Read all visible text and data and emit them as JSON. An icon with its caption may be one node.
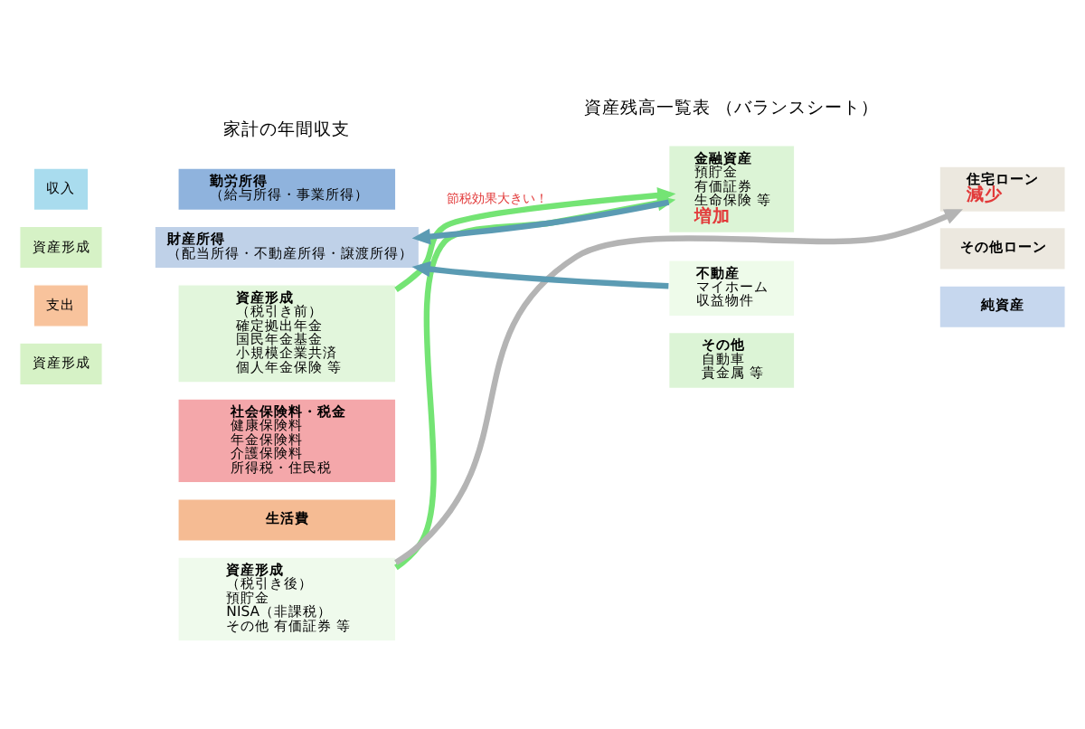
{
  "diagram": {
    "nodes": [
      {
        "text": [
          "収入"
        ]
      },
      {
        "text": [
          "勤労所得",
          "（給与所得・事業所得）"
        ]
      },
      {
        "text": [
          "財産所得",
          "（配当所得・不動産所得・譲渡所得）"
        ]
      },
      {
        "text": [
          "資産形成"
        ]
      },
      {
        "text": [
          "資産形成",
          "（税引き前）",
          "確定拠出年金",
          "国民年金基金",
          "小規模企業共済",
          "個人年金保険 等"
        ]
      },
      {
        "text": [
          "支出"
        ]
      },
      {
        "text": [
          "社会保険料・税金",
          "健康保険料",
          "年金保険料",
          "介護保険料",
          "所得税・住民税"
        ]
      },
      {
        "text": [
          "生活費"
        ]
      },
      {
        "text": [
          "資産形成"
        ]
      },
      {
        "text": [
          "資産形成",
          "（税引き後）",
          "預貯金",
          "NISA（非課税）",
          "その他 有価証券 等"
        ]
      },
      {
        "text": [
          "金融資産",
          "預貯金",
          "有価証券",
          "生命保険 等",
          "増加"
        ]
      },
      {
        "text": [
          "不動産",
          "マイホーム",
          "収益物件"
        ]
      },
      {
        "text": [
          "その他",
          "自動車",
          "貴金属 等"
        ]
      },
      {
        "text": [
          "住宅ローン",
          "減少"
        ]
      },
      {
        "text": [
          "その他ローン"
        ]
      },
      {
        "text": [
          "純資産"
        ]
      }
    ],
    "edges": [
      {
        "from": 10,
        "to": 2,
        "arrow": "to",
        "color": "#5b9bb3"
      },
      {
        "from": 11,
        "to": 2,
        "arrow": "to",
        "color": "#5b9bb3"
      },
      {
        "from": 4,
        "to": 10,
        "arrow": "to",
        "color": "#74e474",
        "label": "節税効果大きい！"
      },
      {
        "from": 9,
        "to": 10,
        "arrow": "to",
        "color": "#74e474"
      },
      {
        "from": 9,
        "to": 13,
        "arrow": "to",
        "color": "#b4b4b4"
      }
    ],
    "labels": [
      "家計の年間収支",
      "資産残高一覧表 （バランスシート）"
    ]
  }
}
